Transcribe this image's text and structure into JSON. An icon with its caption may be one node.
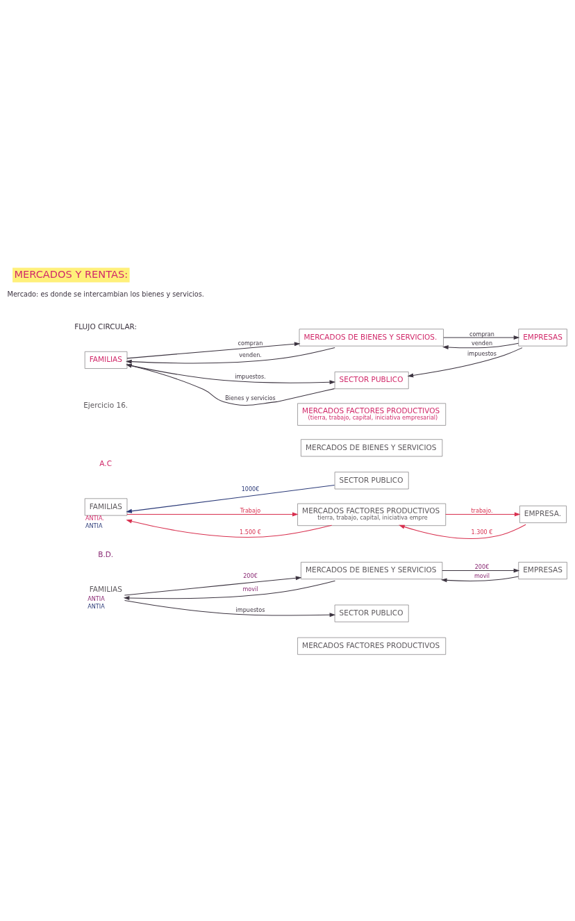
{
  "diagram": {
    "title": "MERCADOS Y RENTAS:",
    "nodes": [
      {
        "text": [
          "MERCADOS DE BIENES Y SERVICIOS."
        ]
      },
      {
        "text": [
          "FAMILIAS"
        ]
      },
      {
        "text": [
          "SECTOR PUBLICO"
        ]
      },
      {
        "text": [
          "EMPRESAS"
        ]
      },
      {
        "text": [
          "MERCADOS FACTORES PRODUCTIVOS",
          "(tierra, trabajo, capital, iniciativa empresarial)"
        ]
      },
      {
        "text": [
          "MERCADOS DE BIENES Y SERVICIOS"
        ]
      },
      {
        "text": [
          "FAMILIAS"
        ],
        "beside": [
          "ANTIA.",
          "ANTIA"
        ]
      },
      {
        "text": [
          "SECTOR PUBLICO"
        ]
      },
      {
        "text": [
          "EMPRESA."
        ]
      },
      {
        "text": [
          "MERCADOS FACTORES PRODUCTIVOS",
          "tierra, trabajo, capital, iniciativa empre"
        ]
      },
      {
        "text": [
          "MERCADOS DE BIENES Y SERVICIOS"
        ]
      },
      {
        "text": [
          "FAMILIAS"
        ],
        "beside": [
          "ANTIA",
          "ANTIA"
        ]
      },
      {
        "text": [
          "SECTOR PUBLICO"
        ]
      },
      {
        "text": [
          "EMPRESAS"
        ]
      },
      {
        "text": [
          "MERCADOS FACTORES PRODUCTIVOS"
        ]
      }
    ],
    "edges": [
      {
        "from": 1,
        "to": 0,
        "arrow": "to",
        "label": "compran"
      },
      {
        "from": 0,
        "to": 1,
        "arrow": "to",
        "label": "venden."
      },
      {
        "from": 2,
        "to": 1,
        "arrow": "to",
        "label": "Bienes y servicios"
      },
      {
        "from": 1,
        "to": 2,
        "arrow": "to",
        "label": "impuestos."
      },
      {
        "from": 0,
        "to": 3,
        "arrow": "to",
        "label": "compran"
      },
      {
        "from": 3,
        "to": 0,
        "arrow": "to",
        "label": "venden"
      },
      {
        "from": 3,
        "to": 2,
        "arrow": "to",
        "label": "impuestos"
      },
      {
        "from": 7,
        "to": 6,
        "arrow": "to",
        "label": "1000€",
        "color": "#2b3a78"
      },
      {
        "from": 9,
        "to": 6,
        "arrow": "to",
        "label": "1.500 €",
        "color": "#d8304f"
      },
      {
        "from": 6,
        "to": 9,
        "arrow": "to",
        "label": "Trabajo",
        "color": "#d8304f"
      },
      {
        "from": 8,
        "to": 9,
        "arrow": "to",
        "label": "1.300 €",
        "color": "#d8304f"
      },
      {
        "from": 9,
        "to": 8,
        "arrow": "to",
        "label": "trabajo.",
        "color": "#d8304f"
      },
      {
        "from": 11,
        "to": 10,
        "arrow": "to",
        "label": "200€"
      },
      {
        "from": 10,
        "to": 11,
        "arrow": "to",
        "label": "movil"
      },
      {
        "from": 11,
        "to": 12,
        "arrow": "to",
        "label": "impuestos"
      },
      {
        "from": 10,
        "to": 13,
        "arrow": "to",
        "label": "200€"
      },
      {
        "from": 13,
        "to": 10,
        "arrow": "to",
        "label": "movil"
      }
    ],
    "labels": [
      "Mercado: es donde se intercambian los bienes y servicios.",
      "FLUJO CIRCULAR:",
      "Ejercicio 16.",
      "A.C",
      "B.D."
    ]
  }
}
